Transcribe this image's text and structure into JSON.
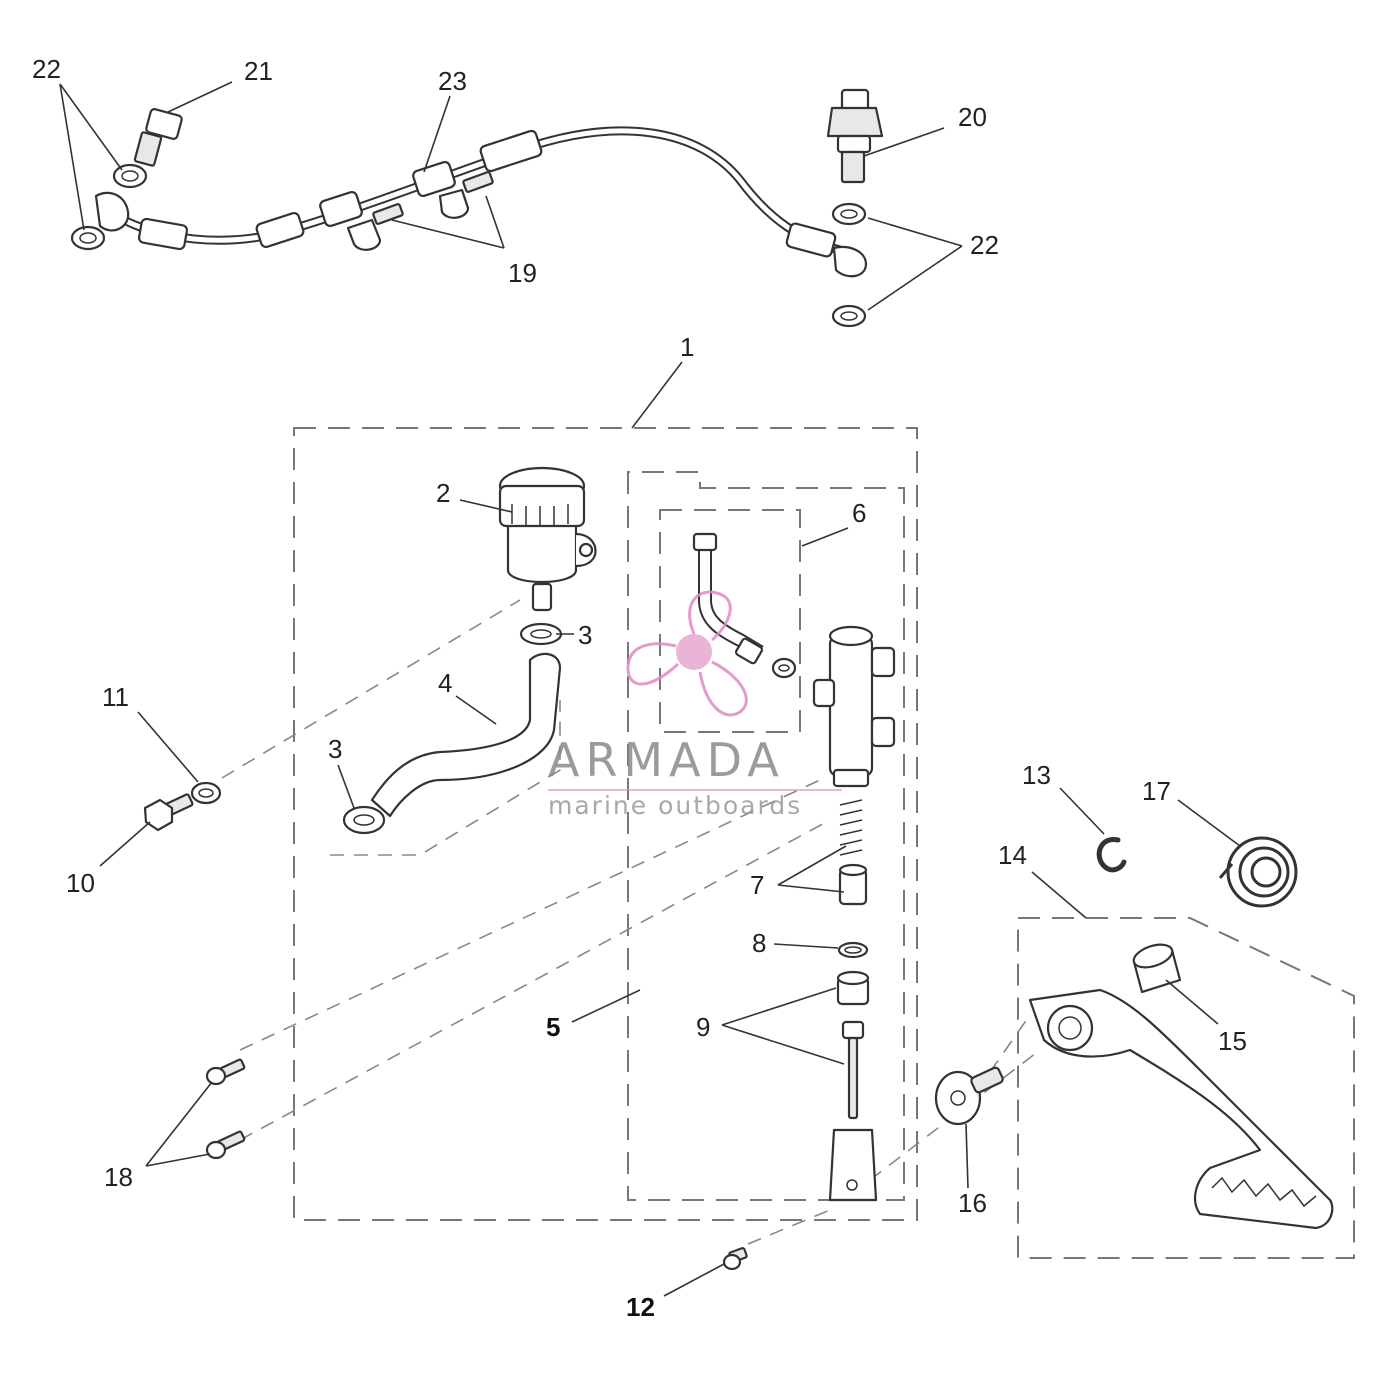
{
  "callouts": [
    {
      "id": "c1",
      "text": "1",
      "bold": false
    },
    {
      "id": "c2",
      "text": "2",
      "bold": false
    },
    {
      "id": "c3a",
      "text": "3",
      "bold": false
    },
    {
      "id": "c3b",
      "text": "3",
      "bold": false
    },
    {
      "id": "c4",
      "text": "4",
      "bold": false
    },
    {
      "id": "c5",
      "text": "5",
      "bold": true
    },
    {
      "id": "c6",
      "text": "6",
      "bold": false
    },
    {
      "id": "c7",
      "text": "7",
      "bold": false
    },
    {
      "id": "c8",
      "text": "8",
      "bold": false
    },
    {
      "id": "c9",
      "text": "9",
      "bold": false
    },
    {
      "id": "c10",
      "text": "10",
      "bold": false
    },
    {
      "id": "c11",
      "text": "11",
      "bold": false
    },
    {
      "id": "c12",
      "text": "12",
      "bold": true
    },
    {
      "id": "c13",
      "text": "13",
      "bold": false
    },
    {
      "id": "c14",
      "text": "14",
      "bold": false
    },
    {
      "id": "c15",
      "text": "15",
      "bold": false
    },
    {
      "id": "c16",
      "text": "16",
      "bold": false
    },
    {
      "id": "c17",
      "text": "17",
      "bold": false
    },
    {
      "id": "c18",
      "text": "18",
      "bold": false
    },
    {
      "id": "c19",
      "text": "19",
      "bold": false
    },
    {
      "id": "c20",
      "text": "20",
      "bold": false
    },
    {
      "id": "c21",
      "text": "21",
      "bold": false
    },
    {
      "id": "c22a",
      "text": "22",
      "bold": false
    },
    {
      "id": "c22b",
      "text": "22",
      "bold": false
    },
    {
      "id": "c23",
      "text": "23",
      "bold": false
    }
  ],
  "watermark": {
    "brand": "ARMADA",
    "tagline": "marine outboards",
    "brand_color": "#8a8a8a",
    "logo_color": "#e08ac0",
    "logo_icon": "propeller-icon"
  }
}
